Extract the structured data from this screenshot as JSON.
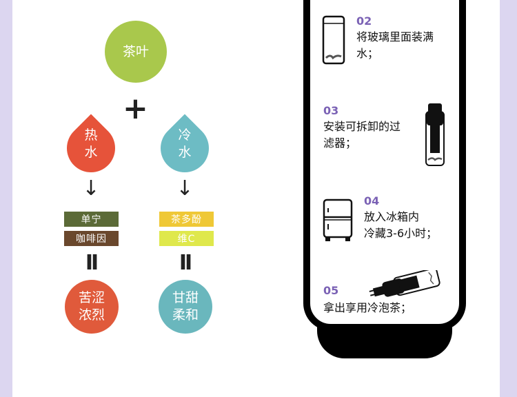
{
  "tea_leaf": "茶叶",
  "plus": "+",
  "hot_water": [
    "热",
    "水"
  ],
  "cold_water": [
    "冷",
    "水"
  ],
  "arrow": "↓",
  "equals": "II",
  "hot_labels": [
    "单宁",
    "咖啡因"
  ],
  "cold_labels": [
    "茶多酚",
    "维C"
  ],
  "hot_result": [
    "苦涩",
    "浓烈"
  ],
  "cold_result": [
    "甘甜",
    "柔和"
  ],
  "steps": [
    {
      "num": "02",
      "text": [
        "将玻璃里面装满",
        "水；"
      ]
    },
    {
      "num": "03",
      "text": [
        "安装可拆卸的过",
        "滤器；"
      ]
    },
    {
      "num": "04",
      "text": [
        "放入冰箱内",
        "冷藏3-6小时；"
      ]
    },
    {
      "num": "05",
      "text": [
        "拿出享用冷泡茶；"
      ]
    }
  ],
  "colors": {
    "green": "#a9c84c",
    "red": "#e6533a",
    "teal": "#6dbcc4",
    "purple": "#7b62b5"
  }
}
